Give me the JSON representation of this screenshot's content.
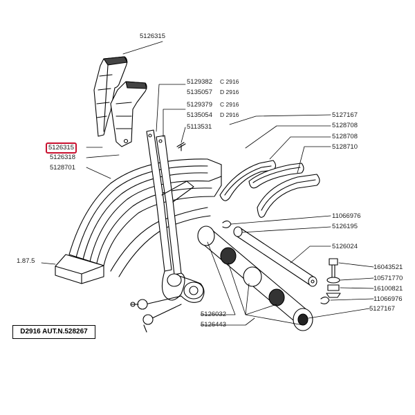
{
  "diagram": {
    "caption": "D2916 AUT.N.528267",
    "highlight_color": "#c8102e",
    "labels": {
      "p5126315_top": "5126315",
      "p5126315_hl": "5126315",
      "p5126318": "5126318",
      "p5128701": "5128701",
      "p5129382": "5129382",
      "p5135057": "5135057",
      "p5129379": "5129379",
      "p5135054": "5135054",
      "p5113531": "5113531",
      "p5127167_top": "5127167",
      "p5128708_a": "5128708",
      "p5128708_b": "5128708",
      "p5128710": "5128710",
      "p11066976_top": "11066976",
      "p5126195": "5126195",
      "p5126024": "5126024",
      "p16043521": "16043521",
      "p10571770": "10571770",
      "p16100821": "16100821",
      "p11066976_bot": "11066976",
      "p5127167_bot": "5127167",
      "p5126032": "5126032",
      "p5126443": "5126443",
      "p1875": "1.87.5"
    },
    "variants": {
      "c2916_a": "C 2916",
      "d2916_a": "D 2916",
      "c2916_b": "C 2916",
      "d2916_b": "D 2916"
    }
  }
}
